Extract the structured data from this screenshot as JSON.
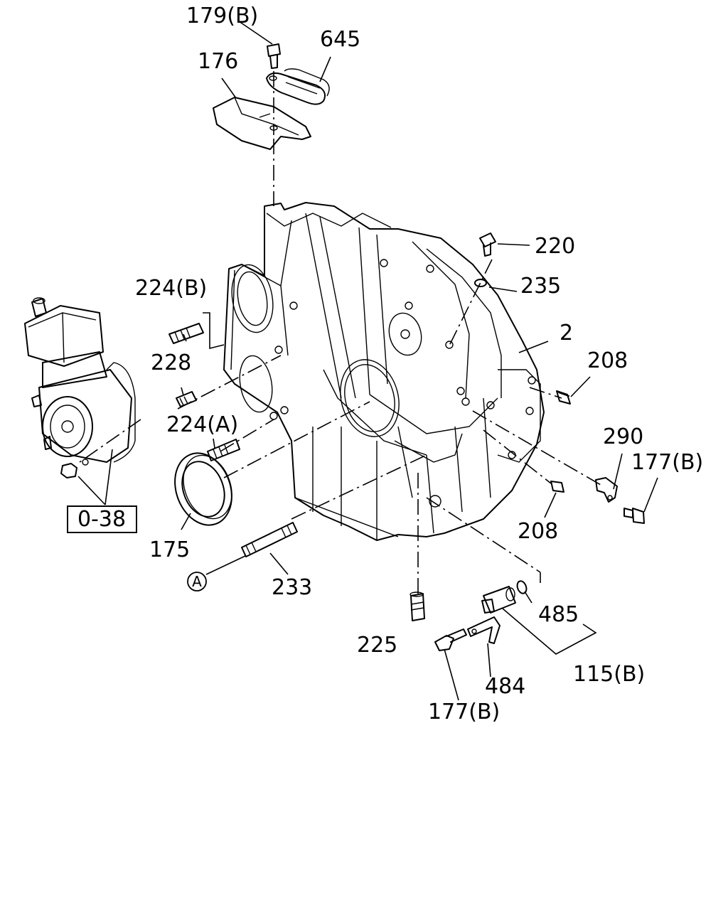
{
  "diagram": {
    "labels": {
      "l179b_top": "179(B)",
      "l645": "645",
      "l176": "176",
      "l220": "220",
      "l235": "235",
      "l224b": "224(B)",
      "l2": "2",
      "l208_top": "208",
      "l228": "228",
      "l224a": "224(A)",
      "l290": "290",
      "l177b_right": "177(B)",
      "l208_bottom": "208",
      "l038": "0-38",
      "l175": "175",
      "l233": "233",
      "lA": "A",
      "l485": "485",
      "l225": "225",
      "l115b": "115(B)",
      "l484": "484",
      "l177b_bottom": "177(B)"
    }
  }
}
